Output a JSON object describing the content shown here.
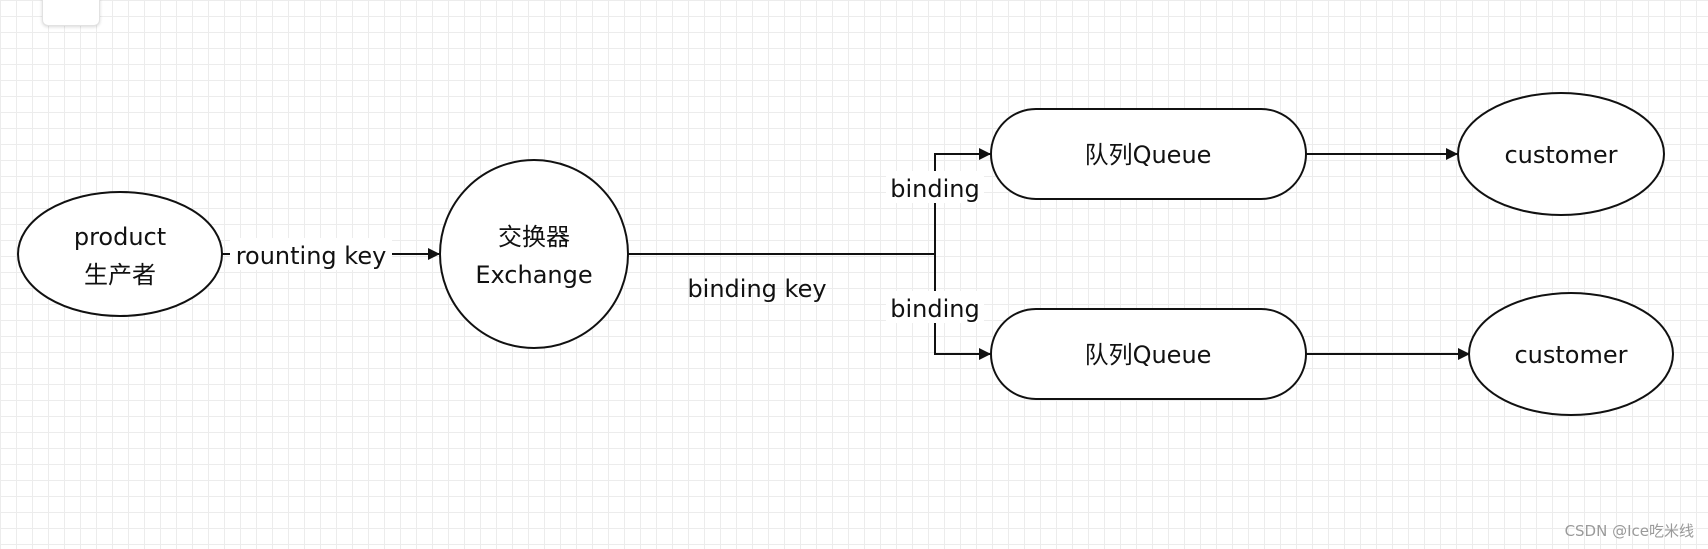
{
  "nodes": {
    "producer": {
      "line1": "product",
      "line2": "生产者"
    },
    "exchange": {
      "line1": "交换器",
      "line2": "Exchange"
    },
    "queue_top": {
      "label": "队列Queue"
    },
    "queue_bottom": {
      "label": "队列Queue"
    },
    "customer_top": {
      "label": "customer"
    },
    "customer_bottom": {
      "label": "customer"
    }
  },
  "edges": {
    "routing_key": "rounting key",
    "binding_key": "binding key",
    "binding_top": "binding",
    "binding_bottom": "binding"
  },
  "watermark": "CSDN @Ice吃米线"
}
